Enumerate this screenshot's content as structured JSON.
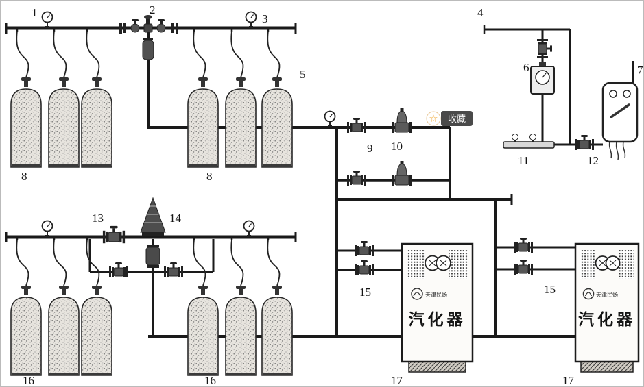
{
  "diagram": {
    "type": "gas-piping-schematic",
    "description": "Gas cylinder manifold and vaporizer piping system schematic",
    "labels": {
      "n1": "1",
      "n2": "2",
      "n3": "3",
      "n4": "4",
      "n5": "5",
      "n6": "6",
      "n7": "7",
      "n8a": "8",
      "n8b": "8",
      "n9": "9",
      "n10": "10",
      "n11": "11",
      "n12": "12",
      "n13": "13",
      "n14": "14",
      "n15a": "15",
      "n15b": "15",
      "n16a": "16",
      "n16b": "16",
      "n17a": "17",
      "n17b": "17"
    },
    "vaporizer_left": {
      "brand": "天津民炀",
      "name": "汽化器"
    },
    "vaporizer_right": {
      "brand": "天津民炀",
      "name": "汽化器"
    },
    "favorite_badge": {
      "star": "☆",
      "label": "收藏"
    },
    "colors": {
      "pipe": "#1a1a1a",
      "badge_bg": "#4a4a4a",
      "star": "#f0a428"
    }
  }
}
